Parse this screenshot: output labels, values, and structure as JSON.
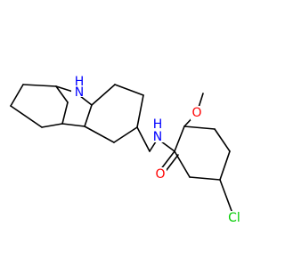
{
  "colors": {
    "background": "#ffffff",
    "bond": "#000000",
    "nitrogen": "#0000ff",
    "oxygen": "#ff0000",
    "chlorine": "#00cc00"
  },
  "atom_labels": {
    "indole_nh": "NH",
    "amide_n": "N",
    "amide_h": "H",
    "carbonyl_o": "O",
    "methoxy_o": "O",
    "chlorine": "Cl"
  }
}
